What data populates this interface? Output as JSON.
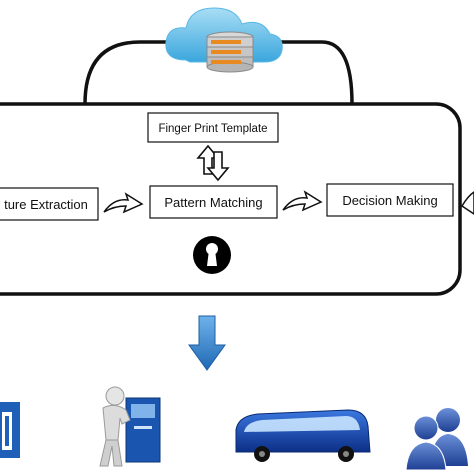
{
  "diagram": {
    "template_box": {
      "label": "Finger Print Template"
    },
    "steps": [
      {
        "label": "ture Extraction"
      },
      {
        "label": "Pattern Matching"
      },
      {
        "label": "Decision Making"
      }
    ],
    "icons": {
      "cloud": "cloud-database-icon",
      "bidirectional": "up-down-arrows-icon",
      "lock": "keyhole-lock-icon",
      "down_arrow": "blue-down-arrow-icon",
      "bottom_row": [
        "door-panel-icon",
        "atm-user-icon",
        "bus-icon",
        "users-group-icon"
      ]
    },
    "colors": {
      "cloud": "#4fb6e6",
      "arrow_blue": "#2f7fc6",
      "bus_blue": "#1e4fb3",
      "users_blue": "#2a5cb0",
      "line": "#111111"
    }
  }
}
